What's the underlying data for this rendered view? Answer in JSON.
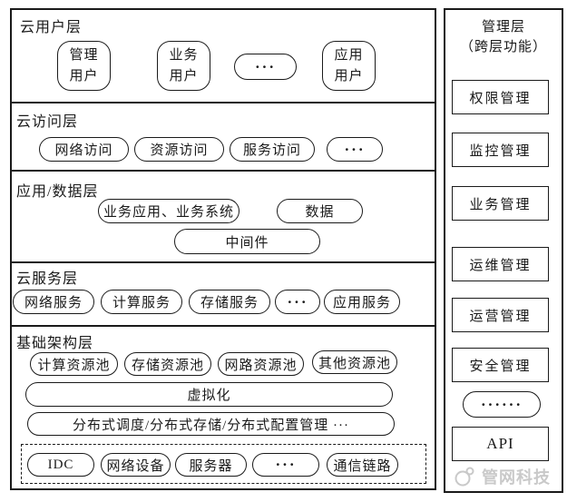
{
  "colors": {
    "line": "#1a1a1a",
    "background": "#ffffff",
    "watermark": "#c9c9c9"
  },
  "layers": {
    "cloud_user": {
      "title": "云用户层",
      "nodes": [
        {
          "line1": "管理",
          "line2": "用户"
        },
        {
          "line1": "业务",
          "line2": "用户"
        },
        {
          "dots": "···"
        },
        {
          "line1": "应用",
          "line2": "用户"
        }
      ]
    },
    "cloud_access": {
      "title": "云访问层",
      "nodes": [
        "网络访问",
        "资源访问",
        "服务访问",
        "···"
      ]
    },
    "app_data": {
      "title": "应用/数据层",
      "apps": "业务应用、业务系统",
      "data": "数据",
      "middleware": "中间件"
    },
    "cloud_service": {
      "title": "云服务层",
      "nodes": [
        "网络服务",
        "计算服务",
        "存储服务",
        "···",
        "应用服务"
      ]
    },
    "infrastructure": {
      "title": "基础架构层",
      "pools": [
        "计算资源池",
        "存储资源池",
        "网路资源池",
        "其他资源池"
      ],
      "virtualization": "虚拟化",
      "distributed": "分布式调度/分布式存储/分布式配置管理 ···",
      "hardware": [
        "IDC",
        "网络设备",
        "服务器",
        "···",
        "通信链路"
      ]
    }
  },
  "management": {
    "title_line1": "管理层",
    "title_line2": "（跨层功能）",
    "boxes": [
      "权限管理",
      "监控管理",
      "业务管理",
      "运维管理",
      "运营管理",
      "安全管理"
    ],
    "dots": "······",
    "api": "API"
  },
  "watermark": {
    "brand": "管网科技"
  }
}
